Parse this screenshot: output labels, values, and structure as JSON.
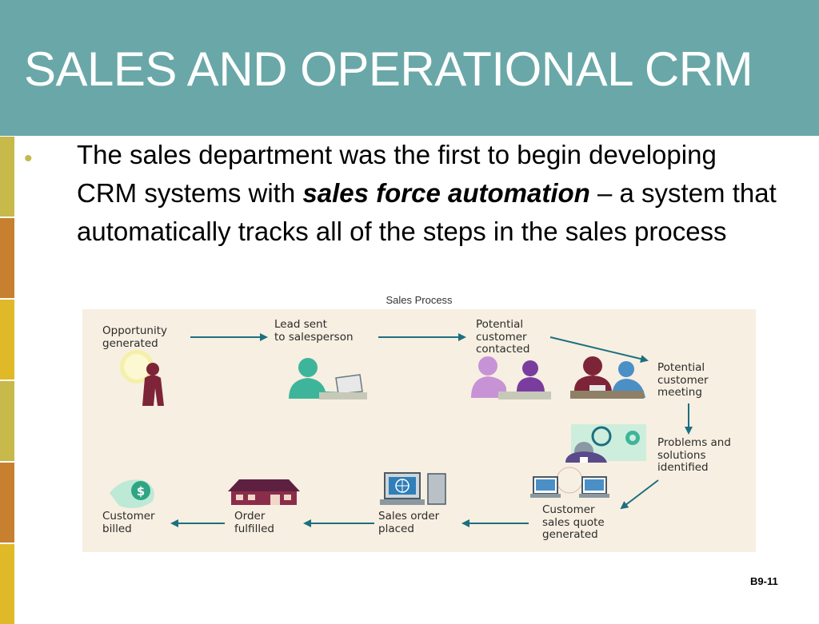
{
  "colors": {
    "header": "#6aa7a8",
    "accent": "#c7b94a",
    "diagram_bg": "#f7efe1",
    "arrow": "#1d6f80"
  },
  "slide": {
    "title": "SALES AND OPERATIONAL CRM",
    "bullet": "•",
    "text_1": "The sales department was the first to begin developing CRM systems with ",
    "text_bold": "sales force automation",
    "text_2": " – a system that automatically tracks all of the steps in the sales process",
    "page_number": "B9-11"
  },
  "stripes": [
    "#c7b94a",
    "#c6802f",
    "#e0b928",
    "#c7b94a",
    "#c6802f",
    "#e0b928"
  ],
  "diagram": {
    "title": "Sales Process",
    "steps": [
      {
        "lines": [
          "Opportunity",
          "generated"
        ],
        "icon": "lightbulb-person-icon"
      },
      {
        "lines": [
          "Lead sent",
          "to salesperson"
        ],
        "icon": "salesperson-laptop-icon"
      },
      {
        "lines": [
          "Potential",
          "customer",
          "contacted"
        ],
        "icon": "people-talking-icon"
      },
      {
        "lines": [
          "Potential",
          "customer",
          "meeting"
        ],
        "icon": "meeting-icon"
      },
      {
        "lines": [
          "Problems and",
          "solutions",
          "identified"
        ],
        "icon": "gears-person-icon"
      },
      {
        "lines": [
          "Customer",
          "sales quote",
          "generated"
        ],
        "icon": "computers-icon"
      },
      {
        "lines": [
          "Sales order",
          "placed"
        ],
        "icon": "computer-globe-icon"
      },
      {
        "lines": [
          "Order",
          "fulfilled"
        ],
        "icon": "house-icon"
      },
      {
        "lines": [
          "Customer",
          "billed"
        ],
        "icon": "dollar-icon"
      }
    ]
  }
}
